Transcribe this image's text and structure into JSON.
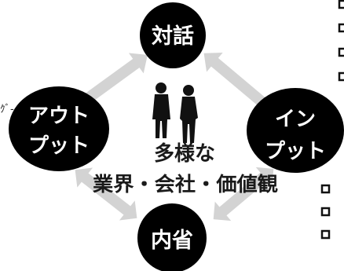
{
  "diagram": {
    "nodes": {
      "top": "対話",
      "left_line1": "アウト",
      "left_line2": "プット",
      "right_line1": "イン",
      "right_line2": "プット",
      "bottom": "内省"
    },
    "center": {
      "line1": "多様な",
      "line2": "業界・会社・価値観"
    },
    "left_fragment_text": "ｸﾞ-",
    "icons": [
      "silhouette-man-icon",
      "silhouette-woman-icon",
      "checkbox-bullet-icon"
    ],
    "colors": {
      "node_fill": "#000000",
      "arrow_fill": "#d3d3d3",
      "text_dark": "#1a1a1a"
    }
  }
}
